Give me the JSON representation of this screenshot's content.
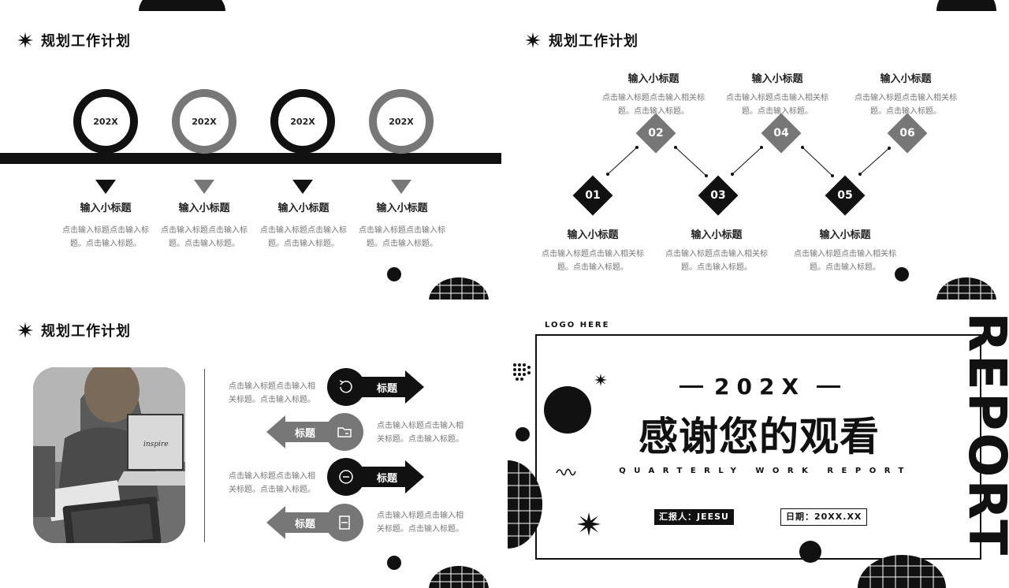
{
  "panel1": {
    "title": "规划工作计划",
    "items": [
      {
        "year": "202X",
        "subtitle": "输入小标题",
        "desc1": "点击输入标题点击输入标",
        "desc2": "题。点击输入标题。"
      },
      {
        "year": "202X",
        "subtitle": "输入小标题",
        "desc1": "点击输入标题点击输入标",
        "desc2": "题。点击输入标题。"
      },
      {
        "year": "202X",
        "subtitle": "输入小标题",
        "desc1": "点击输入标题点击输入标",
        "desc2": "题。点击输入标题。"
      },
      {
        "year": "202X",
        "subtitle": "输入小标题",
        "desc1": "点击输入标题点击输入标",
        "desc2": "题。点击输入标题。"
      }
    ]
  },
  "panel2": {
    "title": "规划工作计划",
    "items": [
      {
        "num": "01",
        "subtitle": "输入小标题",
        "desc1": "点击输入标题点击输入相关标",
        "desc2": "题。点击输入标题。"
      },
      {
        "num": "02",
        "subtitle": "输入小标题",
        "desc1": "点击输入标题点击输入相关标",
        "desc2": "题。点击输入标题。"
      },
      {
        "num": "03",
        "subtitle": "输入小标题",
        "desc1": "点击输入标题点击输入相关标",
        "desc2": "题。点击输入标题。"
      },
      {
        "num": "04",
        "subtitle": "输入小标题",
        "desc1": "点击输入标题点击输入相关标",
        "desc2": "题。点击输入标题。"
      },
      {
        "num": "05",
        "subtitle": "输入小标题",
        "desc1": "点击输入标题点击输入相关标",
        "desc2": "题。点击输入标题。"
      },
      {
        "num": "06",
        "subtitle": "输入小标题",
        "desc1": "点击输入标题点击输入相关标",
        "desc2": "题。点击输入标题。"
      }
    ]
  },
  "panel3": {
    "title": "规划工作计划",
    "photo_text": "inspire",
    "items": [
      {
        "label": "标题",
        "desc1": "点击输入标题点击输入相",
        "desc2": "关标题。点击输入标题。",
        "icon": "refresh-icon"
      },
      {
        "label": "标题",
        "desc1": "点击输入标题点击输入相",
        "desc2": "关标题。点击输入标题。",
        "icon": "folder-icon"
      },
      {
        "label": "标题",
        "desc1": "点击输入标题点击输入相",
        "desc2": "关标题。点击输入标题。",
        "icon": "minus-circle-icon"
      },
      {
        "label": "标题",
        "desc1": "点击输入标题点击输入相",
        "desc2": "关标题。点击输入标题。",
        "icon": "document-icon"
      }
    ]
  },
  "panel4": {
    "logo": "LOGO HERE",
    "year": "202X",
    "thanks": "感谢您的观看",
    "subtitle": "QUARTERLY WORK REPORT",
    "reporter": "汇报人：JEESU",
    "date": "日期：20XX.XX",
    "side_word": "REPORT"
  },
  "colors": {
    "black": "#111111",
    "gray": "#777777",
    "text": "#777777"
  }
}
